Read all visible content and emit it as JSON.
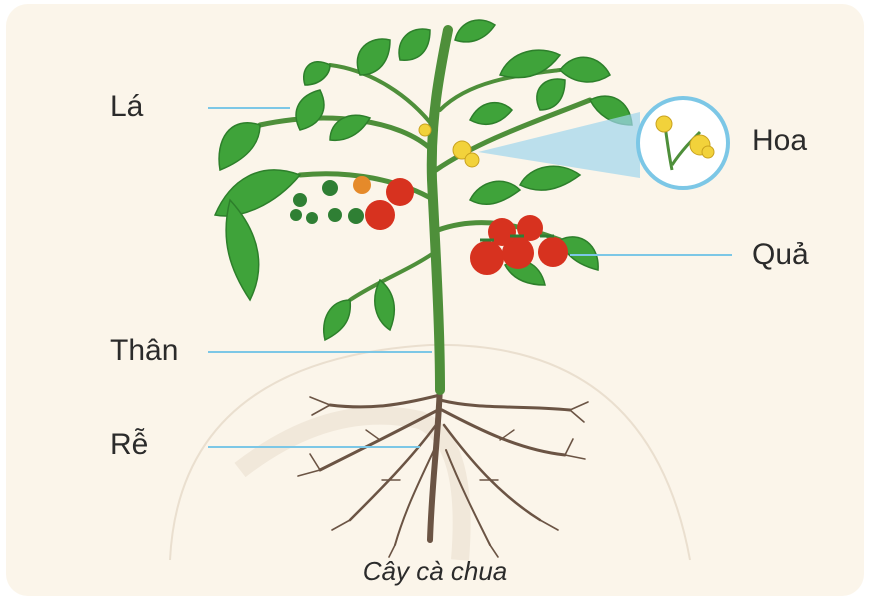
{
  "labels": {
    "leaf": "Lá",
    "flower": "Hoa",
    "fruit": "Quả",
    "stem": "Thân",
    "root": "Rễ"
  },
  "caption": "Cây cà chua",
  "colors": {
    "background": "#fbf5ea",
    "leader_line": "#7cc7e6",
    "leaf": "#3fa33a",
    "leaf_dark": "#2d7f2b",
    "stem": "#4e8f3a",
    "fruit_ripe": "#d7321f",
    "fruit_unripe": "#2f7f34",
    "flower": "#f2d23b",
    "root": "#6b5444"
  },
  "icons": [
    "tomato-plant-illustration",
    "flower-zoom-inset"
  ]
}
